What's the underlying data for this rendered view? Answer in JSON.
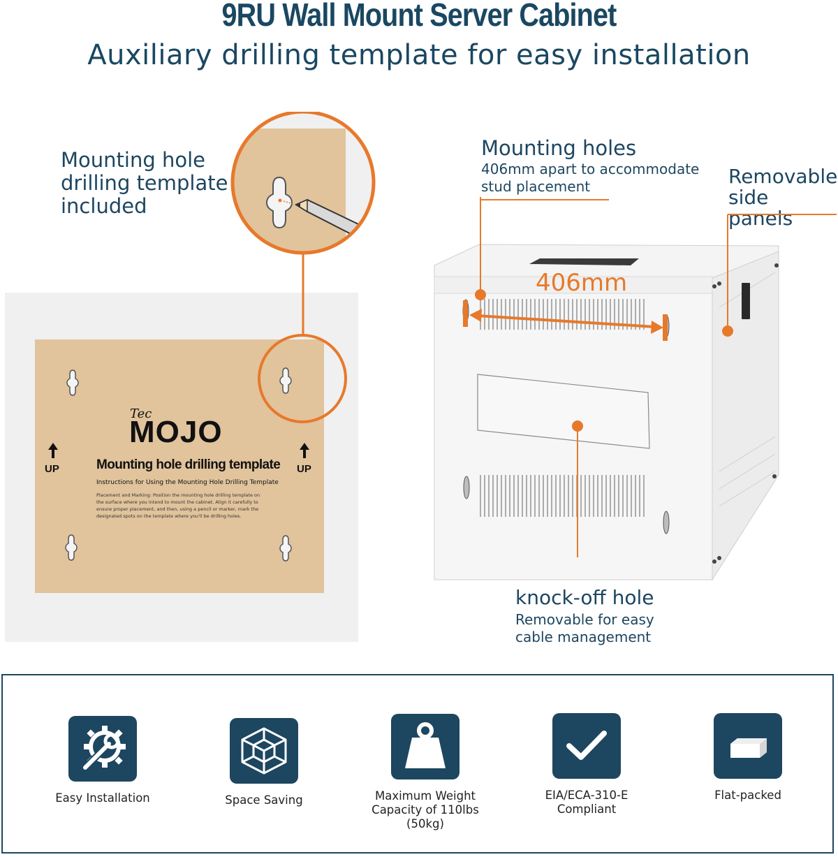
{
  "header": {
    "title": "9RU Wall Mount Server Cabinet",
    "subtitle": "Auxiliary drilling template for easy installation"
  },
  "callouts": {
    "template": "Mounting hole drilling template included",
    "template_lines": [
      "Mounting hole",
      "drilling template",
      "included"
    ],
    "holes_title": "Mounting holes",
    "holes_desc_lines": [
      "406mm apart to accommodate",
      "stud placement"
    ],
    "panels_lines": [
      "Removable",
      "side panels"
    ],
    "dimension": "406mm",
    "knockoff_title": "knock-off hole",
    "knockoff_desc_lines": [
      "Removable for easy",
      "cable management"
    ]
  },
  "template_card": {
    "brand_small": "Tec",
    "brand": "MOJO",
    "up_label": "UP",
    "heading": "Mounting hole drilling template",
    "instructions_title": "Instructions for Using the Mounting Hole Drilling Template",
    "instructions_lines": [
      "Placement and Marking: Position the mounting hole drilling template on",
      "the surface where you intend to mount the cabinet. Align it carefully to",
      "ensure proper placement, and then, using a pencil or marker, mark the",
      "designated spots on the template where you'll be drilling holes."
    ]
  },
  "features": [
    {
      "icon": "gear-wrench-icon",
      "label_lines": [
        "Easy Installation"
      ]
    },
    {
      "icon": "cube-icon",
      "label_lines": [
        "Space Saving"
      ]
    },
    {
      "icon": "weight-icon",
      "label_lines": [
        "Maximum Weight",
        "Capacity of 110lbs (50kg)"
      ]
    },
    {
      "icon": "checkmark-icon",
      "label_lines": [
        "EIA/ECA-310-E",
        "Compliant"
      ]
    },
    {
      "icon": "flat-box-icon",
      "label_lines": [
        "Flat-packed"
      ]
    }
  ],
  "colors": {
    "navy": "#1d4660",
    "accent_orange": "#e7792b",
    "template_tan": "#e1c39c",
    "wall_gray": "#f1f1f1"
  }
}
